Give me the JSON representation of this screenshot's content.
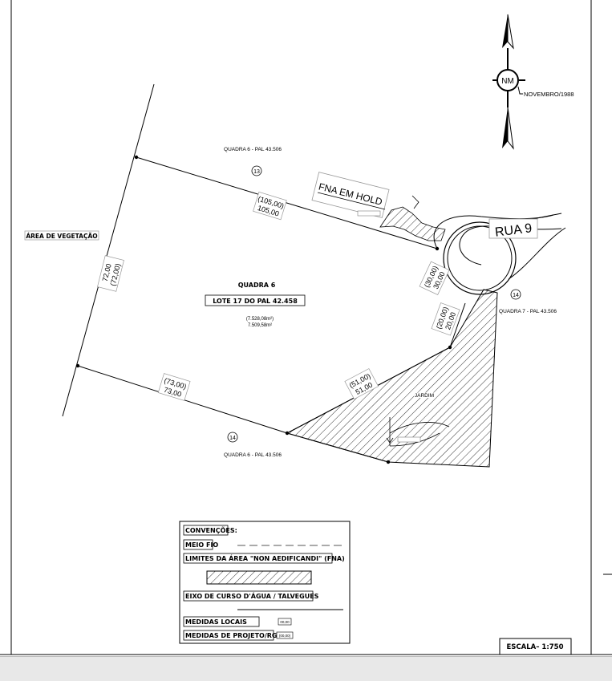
{
  "north_arrow": {
    "label": "NM",
    "date": "NOVEMBRO/1988"
  },
  "labels": {
    "quadra_top": "QUADRA 6 - PAL 43.506",
    "lot13": "13",
    "fna": "FNA EM HOLD",
    "rua": "RUA 9",
    "area_veg": "ÁREA DE VEGETAÇÃO",
    "quadra6": "QUADRA 6",
    "lote": "LOTE 17 DO PAL 42.458",
    "area1": "(7.528,08m²)",
    "area2": "7.509,58m²",
    "lot14_right": "14",
    "quadra7": "QUADRA 7 - PAL 43.506",
    "jardim": "JARDIM",
    "lot14_bottom": "14",
    "quadra_bottom": "QUADRA 6 - PAL 43.506"
  },
  "dims": {
    "top_a": "(105,00)",
    "top_b": "105,00",
    "left_a": "72,00",
    "left_b": "(72,00)",
    "bottom_a": "(73,00)",
    "bottom_b": "73,00",
    "d30_a": "(30,00)",
    "d30_b": "30,00",
    "d20_a": "(20,00)",
    "d20_b": "20,00",
    "d51_a": "(51,00)",
    "d51_b": "51,00"
  },
  "legend": {
    "title": "CONVENÇÕES:",
    "meio_fio": "MEIO FIO",
    "fna": "LIMITES DA ÁREA \"NON AEDIFICANDI\" (FNA)",
    "eixo": "EIXO DE CURSO D'ÁGUA / TALVEGUES",
    "locais": "MEDIDAS LOCAIS",
    "locais_sample": "00,00",
    "projeto": "MEDIDAS DE PROJETO/RGI",
    "projeto_sample": "(00,00)"
  },
  "scale": "ESCALA– 1:750"
}
